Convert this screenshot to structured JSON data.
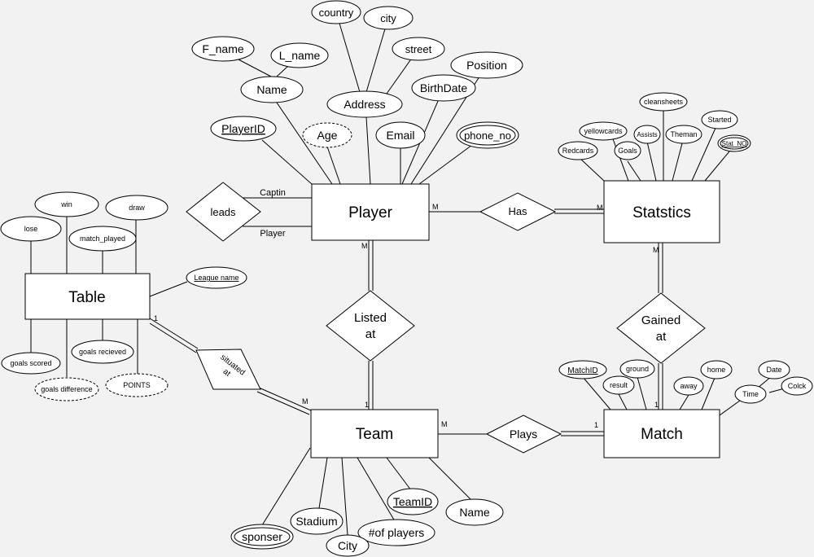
{
  "entities": {
    "player": "Player",
    "statistics": "Statstics",
    "table": "Table",
    "team": "Team",
    "match": "Match"
  },
  "relationships": {
    "leads": "leads",
    "has": "Has",
    "listed_at": [
      "Listed",
      "at"
    ],
    "gained_at": [
      "Gained",
      "at"
    ],
    "situated_at": [
      "situated",
      "at"
    ],
    "plays": "Plays"
  },
  "player_attributes": {
    "f_name": "F_name",
    "l_name": "L_name",
    "name": "Name",
    "country": "country",
    "city": "city",
    "street": "street",
    "address": "Address",
    "birthdate": "BirthDate",
    "position": "Position",
    "player_id": "PlayerID",
    "age": "Age",
    "email": "Email",
    "phone_no": "phone_no"
  },
  "statistics_attributes": {
    "cleansheets": "cleansheets",
    "yellowcards": "yellowcards",
    "assists": "Assists",
    "theman": "Theman",
    "started": "Started",
    "redcards": "Redcards",
    "goals": "Goals",
    "stat_no": "Stat_NO"
  },
  "table_attributes": {
    "win": "win",
    "draw": "draw",
    "lose": "lose",
    "match_played": "match_played",
    "league_name": "League name",
    "goals_scored": "goals scored",
    "goals_recieved": "goals recieved",
    "points": "POINTS",
    "goals_difference": "goals difference"
  },
  "match_attributes": {
    "match_id": "MatchID",
    "ground": "ground",
    "result": "result",
    "home": "home",
    "away": "away",
    "date": "Date",
    "time": "Time",
    "clock": "Colck"
  },
  "team_attributes": {
    "team_id": "TeamID",
    "name": "Name",
    "stadium": "Stadium",
    "of_players": "#of players",
    "city": "City",
    "sponser": "sponser"
  },
  "role_labels": {
    "captin": "Captin",
    "player": "Player"
  },
  "cardinality": {
    "player_has": "M",
    "has_statistics": "M",
    "player_listed": "M",
    "listed_team": "1",
    "statistics_gained": "M",
    "gained_match": "1",
    "table_situated": "1",
    "situated_team": "M",
    "team_plays": "M",
    "plays_match": "1"
  }
}
